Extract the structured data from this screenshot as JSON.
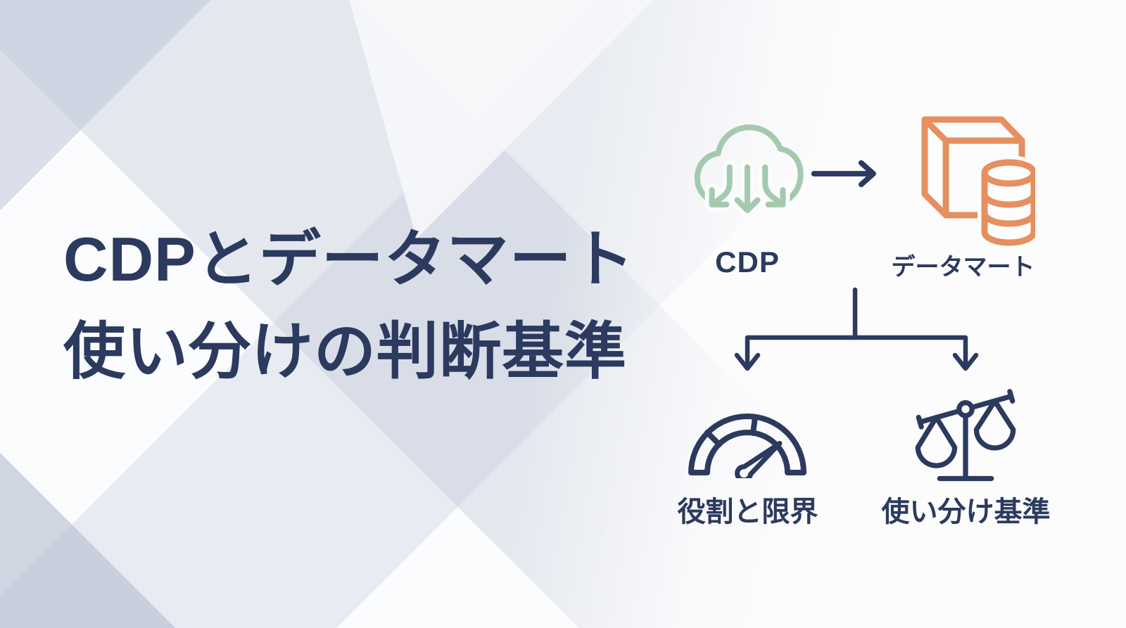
{
  "title": {
    "line1": "CDPとデータマート",
    "line2": "使い分けの判断基準"
  },
  "diagram": {
    "top_row": {
      "cdp": {
        "label": "CDP",
        "icon": "cloud-download-icon",
        "icon_color": "#a4c9af"
      },
      "flow": {
        "icon": "arrow-right-icon",
        "direction": "cdp-to-datamart"
      },
      "datamart": {
        "label": "データマート",
        "icon": "cube-database-icon",
        "icon_color": "#e68f5f"
      }
    },
    "branch": {
      "icon": "branch-connector-icon",
      "from": "top-row",
      "to": [
        "roles",
        "criteria"
      ]
    },
    "bottom_row": {
      "roles": {
        "label": "役割と限界",
        "icon": "gauge-icon",
        "icon_color": "#24375c"
      },
      "criteria": {
        "label": "使い分け基準",
        "icon": "balance-scale-icon",
        "icon_color": "#24375c"
      }
    }
  },
  "colors": {
    "navy": "#2b3a5e",
    "green": "#a4c9af",
    "orange": "#e68f5f"
  }
}
